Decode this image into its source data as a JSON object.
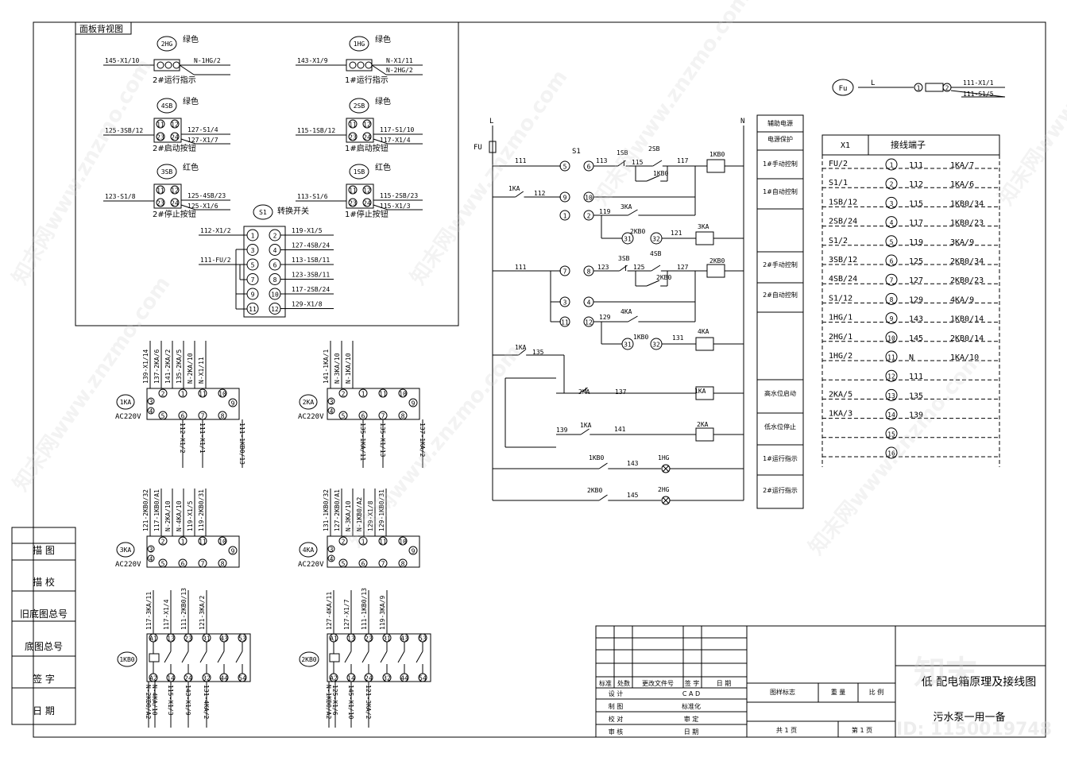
{
  "panel_section": {
    "title": "面板背视图"
  },
  "lamps": [
    {
      "id": "2HG",
      "color": "绿色",
      "wire_in": "145-X1/10",
      "wire_out1": "N-1HG/2",
      "wire_out2": "",
      "caption": "2#运行指示"
    },
    {
      "id": "1HG",
      "color": "绿色",
      "wire_in": "143-X1/9",
      "wire_out1": "N-X1/11",
      "wire_out2": "N-2HG/2",
      "caption": "1#运行指示"
    }
  ],
  "buttons": [
    {
      "id": "4SB",
      "color": "绿色",
      "wire_in": "125-3SB/12",
      "wire_out1": "127-S1/4",
      "wire_out2": "127-X1/7",
      "caption": "2#启动按钮",
      "t": [
        "11",
        "12",
        "23",
        "24"
      ]
    },
    {
      "id": "2SB",
      "color": "绿色",
      "wire_in": "115-1SB/12",
      "wire_out1": "117-S1/10",
      "wire_out2": "117-X1/4",
      "caption": "1#启动按钮",
      "t": [
        "11",
        "12",
        "23",
        "24"
      ]
    },
    {
      "id": "3SB",
      "color": "红色",
      "wire_in": "123-S1/8",
      "wire_out1": "125-4SB/23",
      "wire_out2": "125-X1/6",
      "caption": "2#停止按钮",
      "t": [
        "11",
        "12",
        "23",
        "24"
      ]
    },
    {
      "id": "1SB",
      "color": "红色",
      "wire_in": "113-S1/6",
      "wire_out1": "115-2SB/23",
      "wire_out2": "115-X1/3",
      "caption": "1#停止按钮",
      "t": [
        "11",
        "12",
        "23",
        "24"
      ]
    }
  ],
  "switch_s1": {
    "id": "S1",
    "label": "转换开关",
    "left_wires": [
      "112-X1/2",
      "111-FU/2"
    ],
    "right_wires": [
      "119-X1/5",
      "127-4SB/24",
      "113-1SB/11",
      "123-3SB/11",
      "117-2SB/24",
      "129-X1/8"
    ],
    "terminals": [
      "1",
      "2",
      "3",
      "4",
      "5",
      "6",
      "7",
      "8",
      "9",
      "10",
      "11",
      "12"
    ]
  },
  "relays": [
    {
      "id": "1KA",
      "voltage": "AC220V",
      "top": [
        "2",
        "1",
        "11",
        "10"
      ],
      "top2": [
        "3",
        "4"
      ],
      "bottom": [
        "5",
        "6",
        "7",
        "8",
        "9"
      ],
      "wires_top": [
        "139-X1/14",
        "137-2KA/6",
        "141-2KA/2",
        "135-2KA/5",
        "N-2KA/10",
        "N-X1/11"
      ],
      "wires_bottom": [
        "112-X1/2",
        "111-X1/1",
        "111-1KB0/13"
      ]
    },
    {
      "id": "2KA",
      "voltage": "AC220V",
      "top": [
        "2",
        "1",
        "11",
        "10"
      ],
      "top2": [
        "3",
        "4"
      ],
      "bottom": [
        "5",
        "6",
        "7",
        "8",
        "9"
      ],
      "wires_top": [
        "141-1KA/1",
        "N-3KA/10",
        "N-1KA/10"
      ],
      "wires_bottom": [
        "135-1KA/11",
        "135-X1/13",
        "137-1KA/2"
      ]
    },
    {
      "id": "3KA",
      "voltage": "AC220V",
      "top": [
        "2",
        "1",
        "11",
        "10"
      ],
      "top2": [
        "3",
        "4"
      ],
      "bottom": [
        "5",
        "6",
        "7",
        "8",
        "9"
      ],
      "wires_top": [
        "121-2KB0/32",
        "117-1KB0/A1",
        "N-2KA/10",
        "N-4KA/10",
        "119-X1/5",
        "119-2KB0/31"
      ],
      "wires_bottom": []
    },
    {
      "id": "4KA",
      "voltage": "AC220V",
      "top": [
        "2",
        "1",
        "11",
        "10"
      ],
      "top2": [
        "3",
        "4"
      ],
      "bottom": [
        "5",
        "6",
        "7",
        "8",
        "9"
      ],
      "wires_top": [
        "131-1KB0/32",
        "127-2KB0/A1",
        "N-3KA/10",
        "N-1KB0/A2",
        "129-X1/8",
        "129-1KB0/31"
      ],
      "wires_bottom": []
    }
  ],
  "contactors": [
    {
      "id": "1KB0",
      "top": [
        "A1",
        "13",
        "23",
        "31",
        "43",
        "53"
      ],
      "bottom": [
        "A2",
        "14",
        "24",
        "32",
        "44",
        "54"
      ],
      "wires_top": [
        "117-3KA/11",
        "117-X1/4",
        "111-2KB0/13",
        "121-3KA/2"
      ],
      "wires_bottom": [
        "N-2KB0/A2",
        "N-4KA/10",
        "115-X1/3",
        "143-X1/9",
        "131-4KA/2"
      ]
    },
    {
      "id": "2KB0",
      "top": [
        "A1",
        "13",
        "23",
        "31",
        "43",
        "53"
      ],
      "bottom": [
        "A2",
        "14",
        "24",
        "32",
        "44",
        "54"
      ],
      "wires_top": [
        "127-4KA/11",
        "127-X1/7",
        "111-1KB0/13",
        "119-3KA/9"
      ],
      "wires_bottom": [
        "N-1KB0/A2",
        "125-X1/6",
        "145-X1/10",
        "121-3KA/2"
      ]
    }
  ],
  "schematic": {
    "L": "L",
    "N": "N",
    "FU": "FU",
    "S1": "S1",
    "wires": [
      "111",
      "111",
      "112",
      "113",
      "115",
      "117",
      "119",
      "121",
      "123",
      "125",
      "127",
      "129",
      "131",
      "135",
      "137",
      "139",
      "141",
      "143",
      "145"
    ],
    "devices": [
      "1SB",
      "2SB",
      "1KB0",
      "1KB0",
      "3KA",
      "2KB0",
      "3KA",
      "3SB",
      "4SB",
      "2KB0",
      "2KB0",
      "4KA",
      "1KB0",
      "4KA",
      "1KA",
      "2KA",
      "1KA",
      "1KA",
      "2KA",
      "1KB0",
      "1HG",
      "2KB0",
      "2HG",
      "1KA"
    ],
    "s1_contacts": [
      "5",
      "6",
      "9",
      "10",
      "1",
      "2",
      "7",
      "8",
      "3",
      "4",
      "11",
      "12",
      "31",
      "32",
      "31",
      "32"
    ]
  },
  "function_labels": [
    "辅助电源",
    "电源保护",
    "1#手动控制",
    "1#自动控制",
    "2#手动控制",
    "2#自动控制",
    "高水位启动",
    "低水位停止",
    "1#运行指示",
    "2#运行指示"
  ],
  "fuse": {
    "id": "Fu",
    "L": "L",
    "t1": "1",
    "t2": "2",
    "w1": "111-X1/1",
    "w2": "111-S1/5"
  },
  "terminal_block": {
    "name": "X1",
    "header": "接线端子",
    "rows": [
      {
        "l": "FU/2",
        "n": "1",
        "w": "111",
        "r": "1KA/7"
      },
      {
        "l": "S1/1",
        "n": "2",
        "w": "112",
        "r": "1KA/6"
      },
      {
        "l": "1SB/12",
        "n": "3",
        "w": "115",
        "r": "1KB0/34"
      },
      {
        "l": "2SB/24",
        "n": "4",
        "w": "117",
        "r": "1KB0/23"
      },
      {
        "l": "S1/2",
        "n": "5",
        "w": "119",
        "r": "3KA/9"
      },
      {
        "l": "3SB/12",
        "n": "6",
        "w": "125",
        "r": "2KB0/34"
      },
      {
        "l": "4SB/24",
        "n": "7",
        "w": "127",
        "r": "2KB0/23"
      },
      {
        "l": "S1/12",
        "n": "8",
        "w": "129",
        "r": "4KA/9"
      },
      {
        "l": "1HG/1",
        "n": "9",
        "w": "143",
        "r": "1KB0/14"
      },
      {
        "l": "2HG/1",
        "n": "10",
        "w": "145",
        "r": "2KB0/14"
      },
      {
        "l": "1HG/2",
        "n": "11",
        "w": "N",
        "r": "1KA/10"
      },
      {
        "l": "",
        "n": "12",
        "w": "111",
        "r": ""
      },
      {
        "l": "2KA/5",
        "n": "13",
        "w": "135",
        "r": ""
      },
      {
        "l": "1KA/3",
        "n": "14",
        "w": "139",
        "r": ""
      },
      {
        "l": "",
        "n": "15",
        "w": "",
        "r": ""
      },
      {
        "l": "",
        "n": "16",
        "w": "",
        "r": ""
      }
    ]
  },
  "left_strip": [
    "描 图",
    "描 校",
    "旧底图总号",
    "底图总号",
    "签 字",
    "日 期"
  ],
  "title_block": {
    "title": "低 配电箱原理及接线图",
    "subtitle": "污水泵一用一备",
    "row_labels": [
      "标准",
      "处数",
      "更改文件号",
      "签 字",
      "日 期"
    ],
    "left_col": [
      "设 计",
      "制 图",
      "校 对",
      "审 核"
    ],
    "mid_col": [
      "C A D",
      "标准化",
      "审 定",
      "日 期"
    ],
    "hdr": [
      "图样标志",
      "重 量",
      "比 例"
    ],
    "sheet_total": "共 1 页",
    "sheet_no": "第 1 页"
  },
  "watermark": {
    "site": "知末网www.znzmo.com",
    "logo": "知末",
    "id": "ID: 1150019748"
  }
}
